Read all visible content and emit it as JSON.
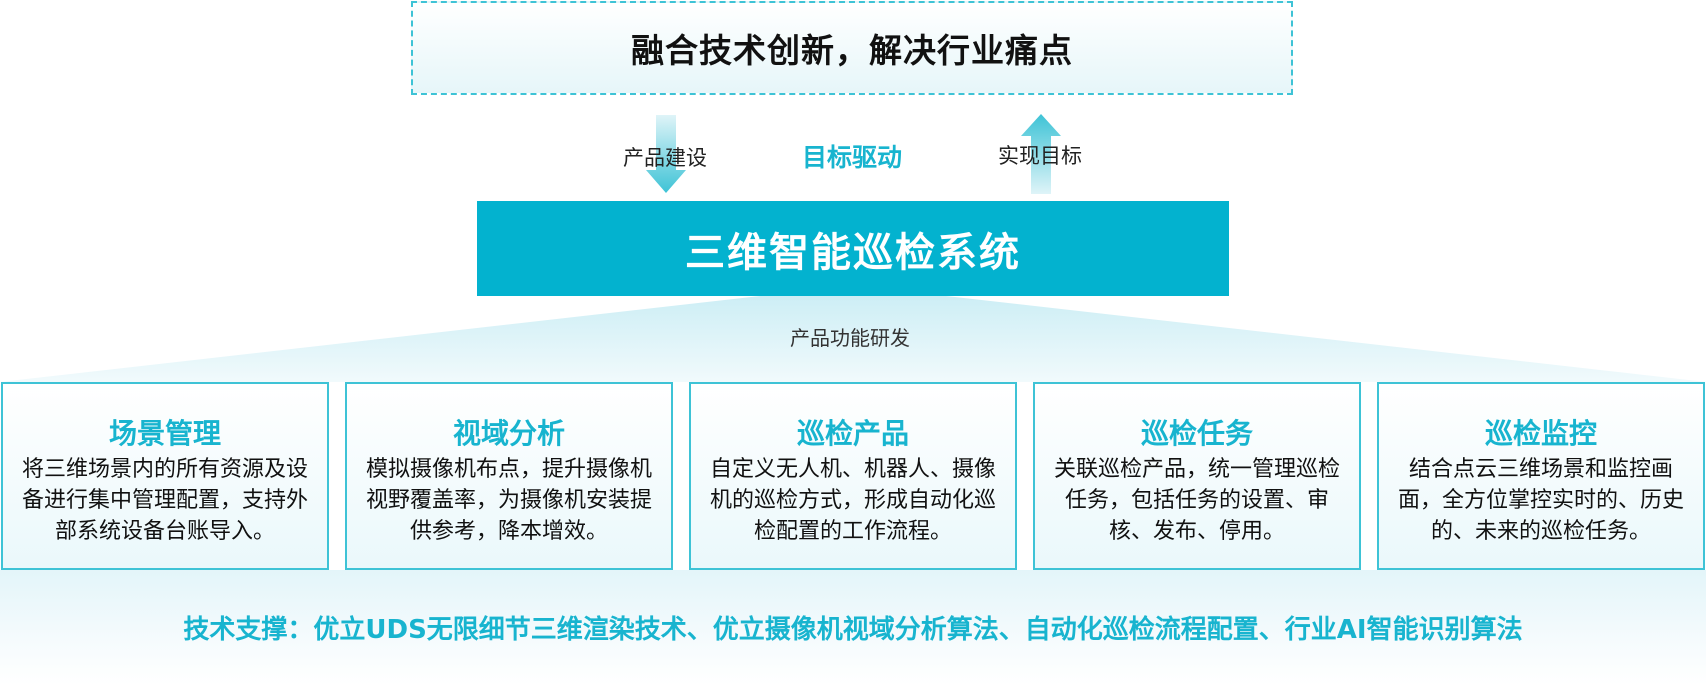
{
  "header": {
    "title": "融合技术创新，解决行业痛点"
  },
  "middle": {
    "left_label": "产品建设",
    "center_label": "目标驱动",
    "right_label": "实现目标"
  },
  "system": {
    "name": "三维智能巡检系统"
  },
  "development_label": "产品功能研发",
  "cards": [
    {
      "title": "场景管理",
      "desc": "将三维场景内的所有资源及设备进行集中管理配置，支持外部系统设备台账导入。"
    },
    {
      "title": "视域分析",
      "desc": "模拟摄像机布点，提升摄像机视野覆盖率，为摄像机安装提供参考，降本增效。"
    },
    {
      "title": "巡检产品",
      "desc": "自定义无人机、机器人、摄像机的巡检方式，形成自动化巡检配置的工作流程。"
    },
    {
      "title": "巡检任务",
      "desc": "关联巡检产品，统一管理巡检任务，包括任务的设置、审核、发布、停用。"
    },
    {
      "title": "巡检监控",
      "desc": "结合点云三维场景和监控画面，全方位掌控实时的、历史的、未来的巡检任务。"
    }
  ],
  "footer": {
    "tech_support": "技术支撑：优立UDS无限细节三维渲染技术、优立摄像机视域分析算法、自动化巡检流程配置、行业AI智能识别算法"
  },
  "colors": {
    "accent": "#03b2cf",
    "accent_text": "#18b4cf",
    "border": "#3ec3d6"
  }
}
